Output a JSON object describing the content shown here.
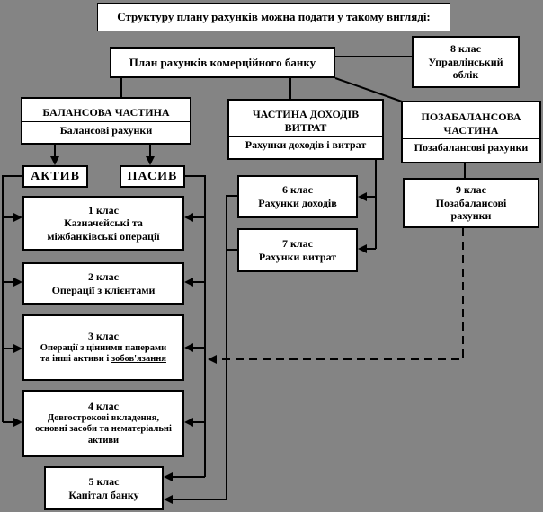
{
  "title": "Структуру плану рахунків можна подати у такому вигляді:",
  "colors": {
    "background": "#848484",
    "box_fill": "#ffffff",
    "line": "#000000"
  },
  "nodes": {
    "plan": "План рахунків комерційного  банку",
    "class8": {
      "lines": [
        "8 клас",
        "Управлінський",
        "облік"
      ]
    },
    "balance": {
      "header": "БАЛАНСОВА ЧАСТИНА",
      "sub": "Балансові рахунки"
    },
    "income": {
      "header": "ЧАСТИНА ДОХОДІВ ВИТРАТ",
      "sub": "Рахунки доходів і витрат"
    },
    "offbalance": {
      "header": "ПОЗАБАЛАНСОВА ЧАСТИНА",
      "sub": "Позабалансові рахунки"
    },
    "aktiv": "АКТИВ",
    "pasiv": "ПАСИВ",
    "class1": {
      "title": "1 клас",
      "body": "Казначейські та міжбанківські операції"
    },
    "class2": {
      "title": "2 клас",
      "body": "Операції з клієнтами"
    },
    "class3": {
      "title": "3 клас",
      "body": "Операції з цінними паперами та інші активи і",
      "body_underlined": "зобов'язання"
    },
    "class4": {
      "title": "4 клас",
      "body": "Довгострокові вкладення, основні засоби та нематеріальні активи"
    },
    "class5": {
      "title": "5 клас",
      "body": "Капітал банку"
    },
    "class6": {
      "title": "6 клас",
      "body": "Рахунки доходів"
    },
    "class7": {
      "title": "7 клас",
      "body": "Рахунки витрат"
    },
    "class9": {
      "title": "9 клас",
      "body": "Позабалансові рахунки"
    }
  }
}
